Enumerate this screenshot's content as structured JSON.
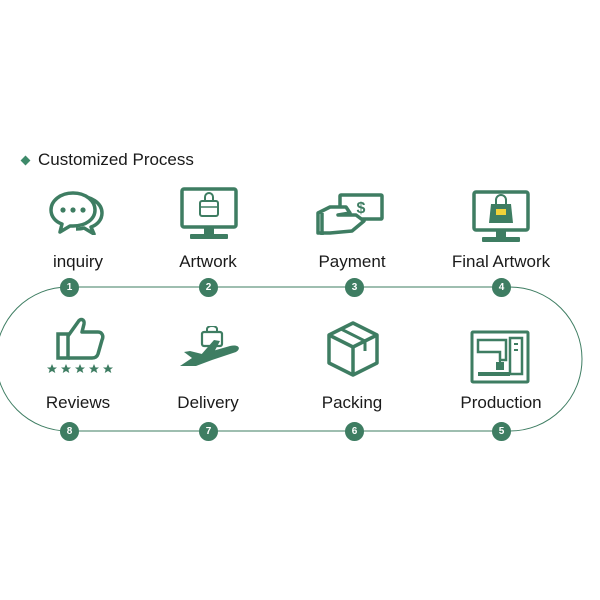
{
  "title": "Customized Process",
  "accent_color": "#3e7d62",
  "steps": [
    {
      "number": "1",
      "label": "inquiry",
      "icon": "chat-bubbles-icon"
    },
    {
      "number": "2",
      "label": "Artwork",
      "icon": "monitor-bag-icon"
    },
    {
      "number": "3",
      "label": "Payment",
      "icon": "hand-cash-icon"
    },
    {
      "number": "4",
      "label": "Final Artwork",
      "icon": "monitor-tote-icon"
    },
    {
      "number": "5",
      "label": "Production",
      "icon": "machine-icon"
    },
    {
      "number": "6",
      "label": "Packing",
      "icon": "box-icon"
    },
    {
      "number": "7",
      "label": "Delivery",
      "icon": "airplane-bag-icon"
    },
    {
      "number": "8",
      "label": "Reviews",
      "icon": "thumbs-up-stars-icon"
    }
  ]
}
